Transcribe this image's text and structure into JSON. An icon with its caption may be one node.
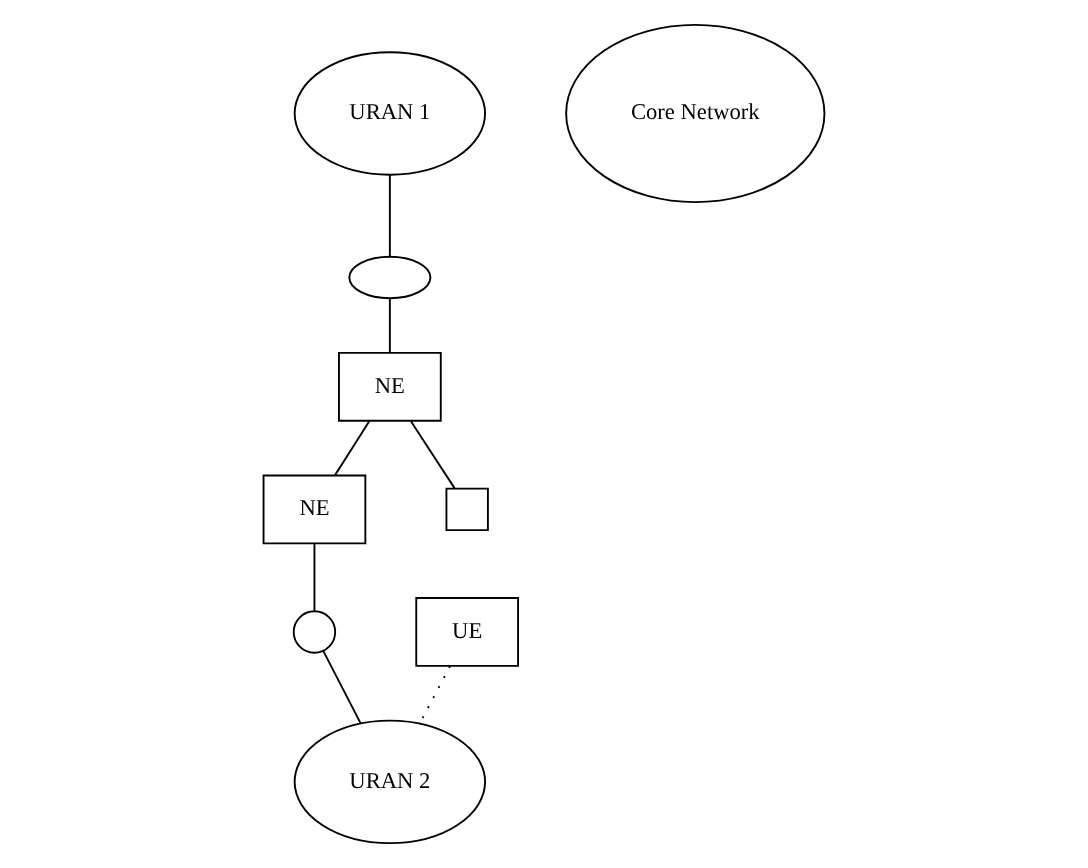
{
  "diagram": {
    "nodes": [
      {
        "text": [
          "URAN 1"
        ]
      },
      {
        "text": [],
        "shape": "ellipse"
      },
      {
        "text": [
          "Core Network"
        ]
      },
      {
        "text": [
          "NE"
        ]
      },
      {
        "text": [
          "UE"
        ]
      },
      {
        "text": [
          "NE"
        ]
      },
      {
        "text": [],
        "shape": "circle"
      },
      {
        "text": [
          "URAN 2"
        ]
      },
      {
        "text": [],
        "shape": "box"
      }
    ],
    "edges": [
      {
        "from": 0,
        "to": 1,
        "arrow": "none"
      },
      {
        "from": 1,
        "to": 3,
        "arrow": "none"
      },
      {
        "from": 3,
        "to": 5,
        "arrow": "none"
      },
      {
        "from": 5,
        "to": 6,
        "arrow": "none"
      },
      {
        "from": 6,
        "to": 7,
        "arrow": "none"
      },
      {
        "from": 3,
        "to": 8,
        "arrow": "none"
      },
      {
        "from": 4,
        "to": 7,
        "arrow": "none",
        "style": "dashed"
      }
    ]
  }
}
